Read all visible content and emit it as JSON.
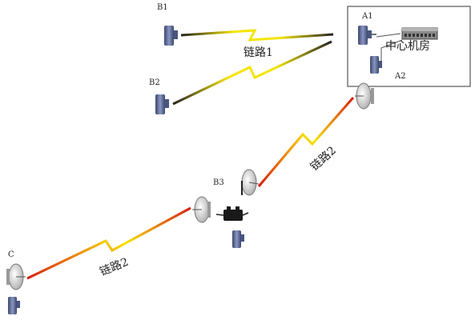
{
  "nodes": {
    "a1": "A1",
    "a2": "A2",
    "b1": "B1",
    "b2": "B2",
    "b3": "B3",
    "c": "C"
  },
  "center_room": "中心机房",
  "links": {
    "link1": "链路1",
    "link2_upper": "链路2",
    "link2_lower": "链路2"
  },
  "colors": {
    "bolt_yellow": "#f5e400",
    "bolt_orange": "#f08a00",
    "bolt_red": "#d81c10",
    "device": "#5a6a9a",
    "dish": "#c8c8c8",
    "switch": "#7a7a7a"
  }
}
